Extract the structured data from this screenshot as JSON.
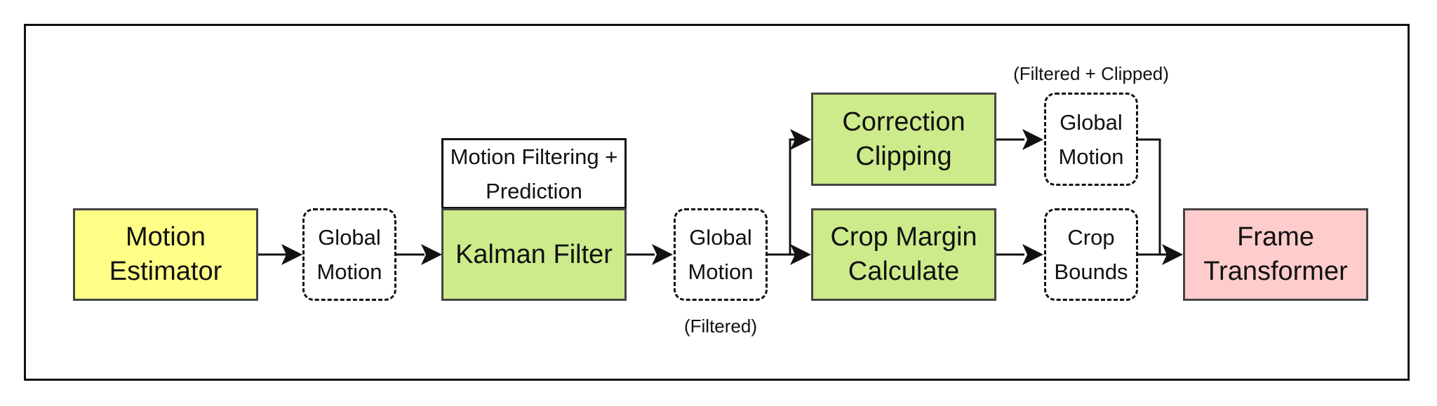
{
  "colors": {
    "yellow": "#ffff88",
    "green": "#cdeb8b",
    "pink": "#ffcccc",
    "border": "#444444"
  },
  "nodes": {
    "motion_estimator": [
      "Motion",
      "Estimator"
    ],
    "global_motion_1": [
      "Global",
      "Motion"
    ],
    "kalman_header": [
      "Motion Filtering +",
      "Prediction"
    ],
    "kalman_filter": "Kalman Filter",
    "global_motion_2": [
      "Global",
      "Motion"
    ],
    "correction_clipping": [
      "Correction",
      "Clipping"
    ],
    "crop_margin": [
      "Crop Margin",
      "Calculate"
    ],
    "global_motion_3": [
      "Global",
      "Motion"
    ],
    "crop_bounds": [
      "Crop",
      "Bounds"
    ],
    "frame_transformer": [
      "Frame",
      "Transformer"
    ]
  },
  "annotations": {
    "filtered": "(Filtered)",
    "filtered_clipped": "(Filtered + Clipped)"
  }
}
